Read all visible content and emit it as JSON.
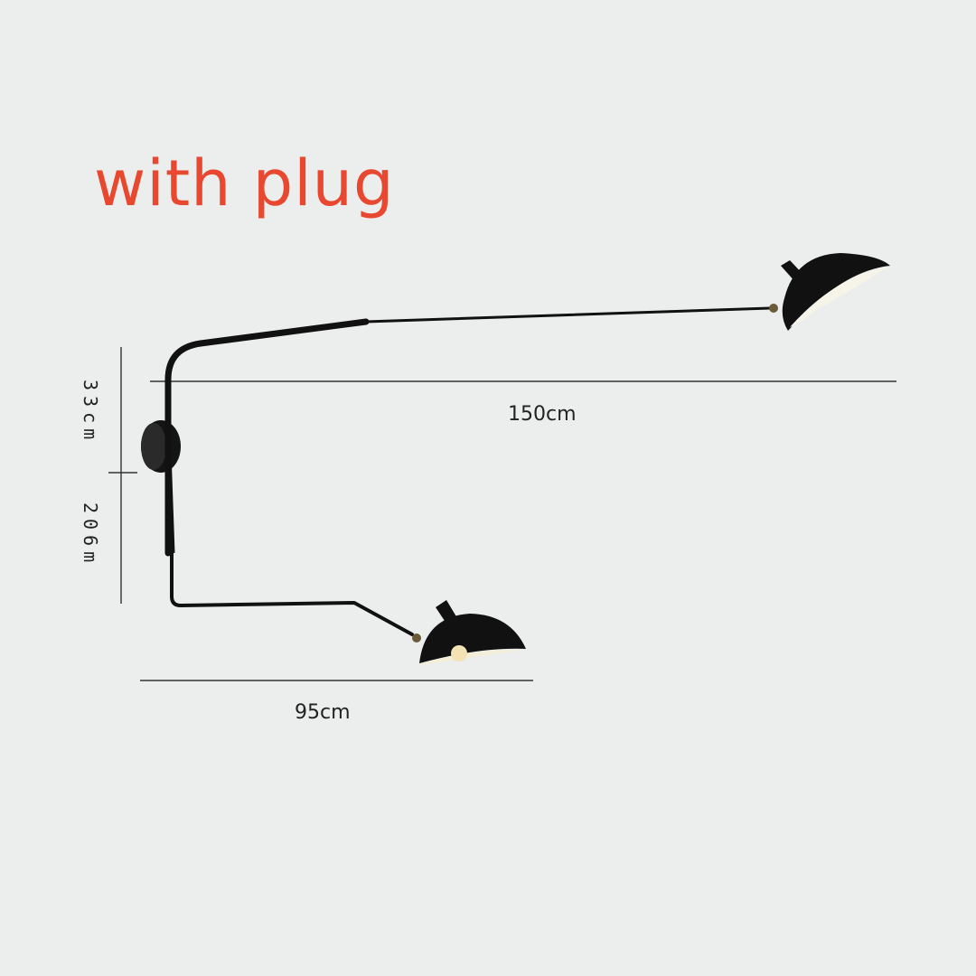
{
  "headline": "with plug",
  "colors": {
    "headline": "#e8482f",
    "background": "#eceeed",
    "lamp": "#111111",
    "dimension_line": "#333333"
  },
  "dimensions": {
    "upper_arm": "150cm",
    "lower_arm": "95cm",
    "upper_height": "33cm",
    "lower_height": "206m"
  }
}
